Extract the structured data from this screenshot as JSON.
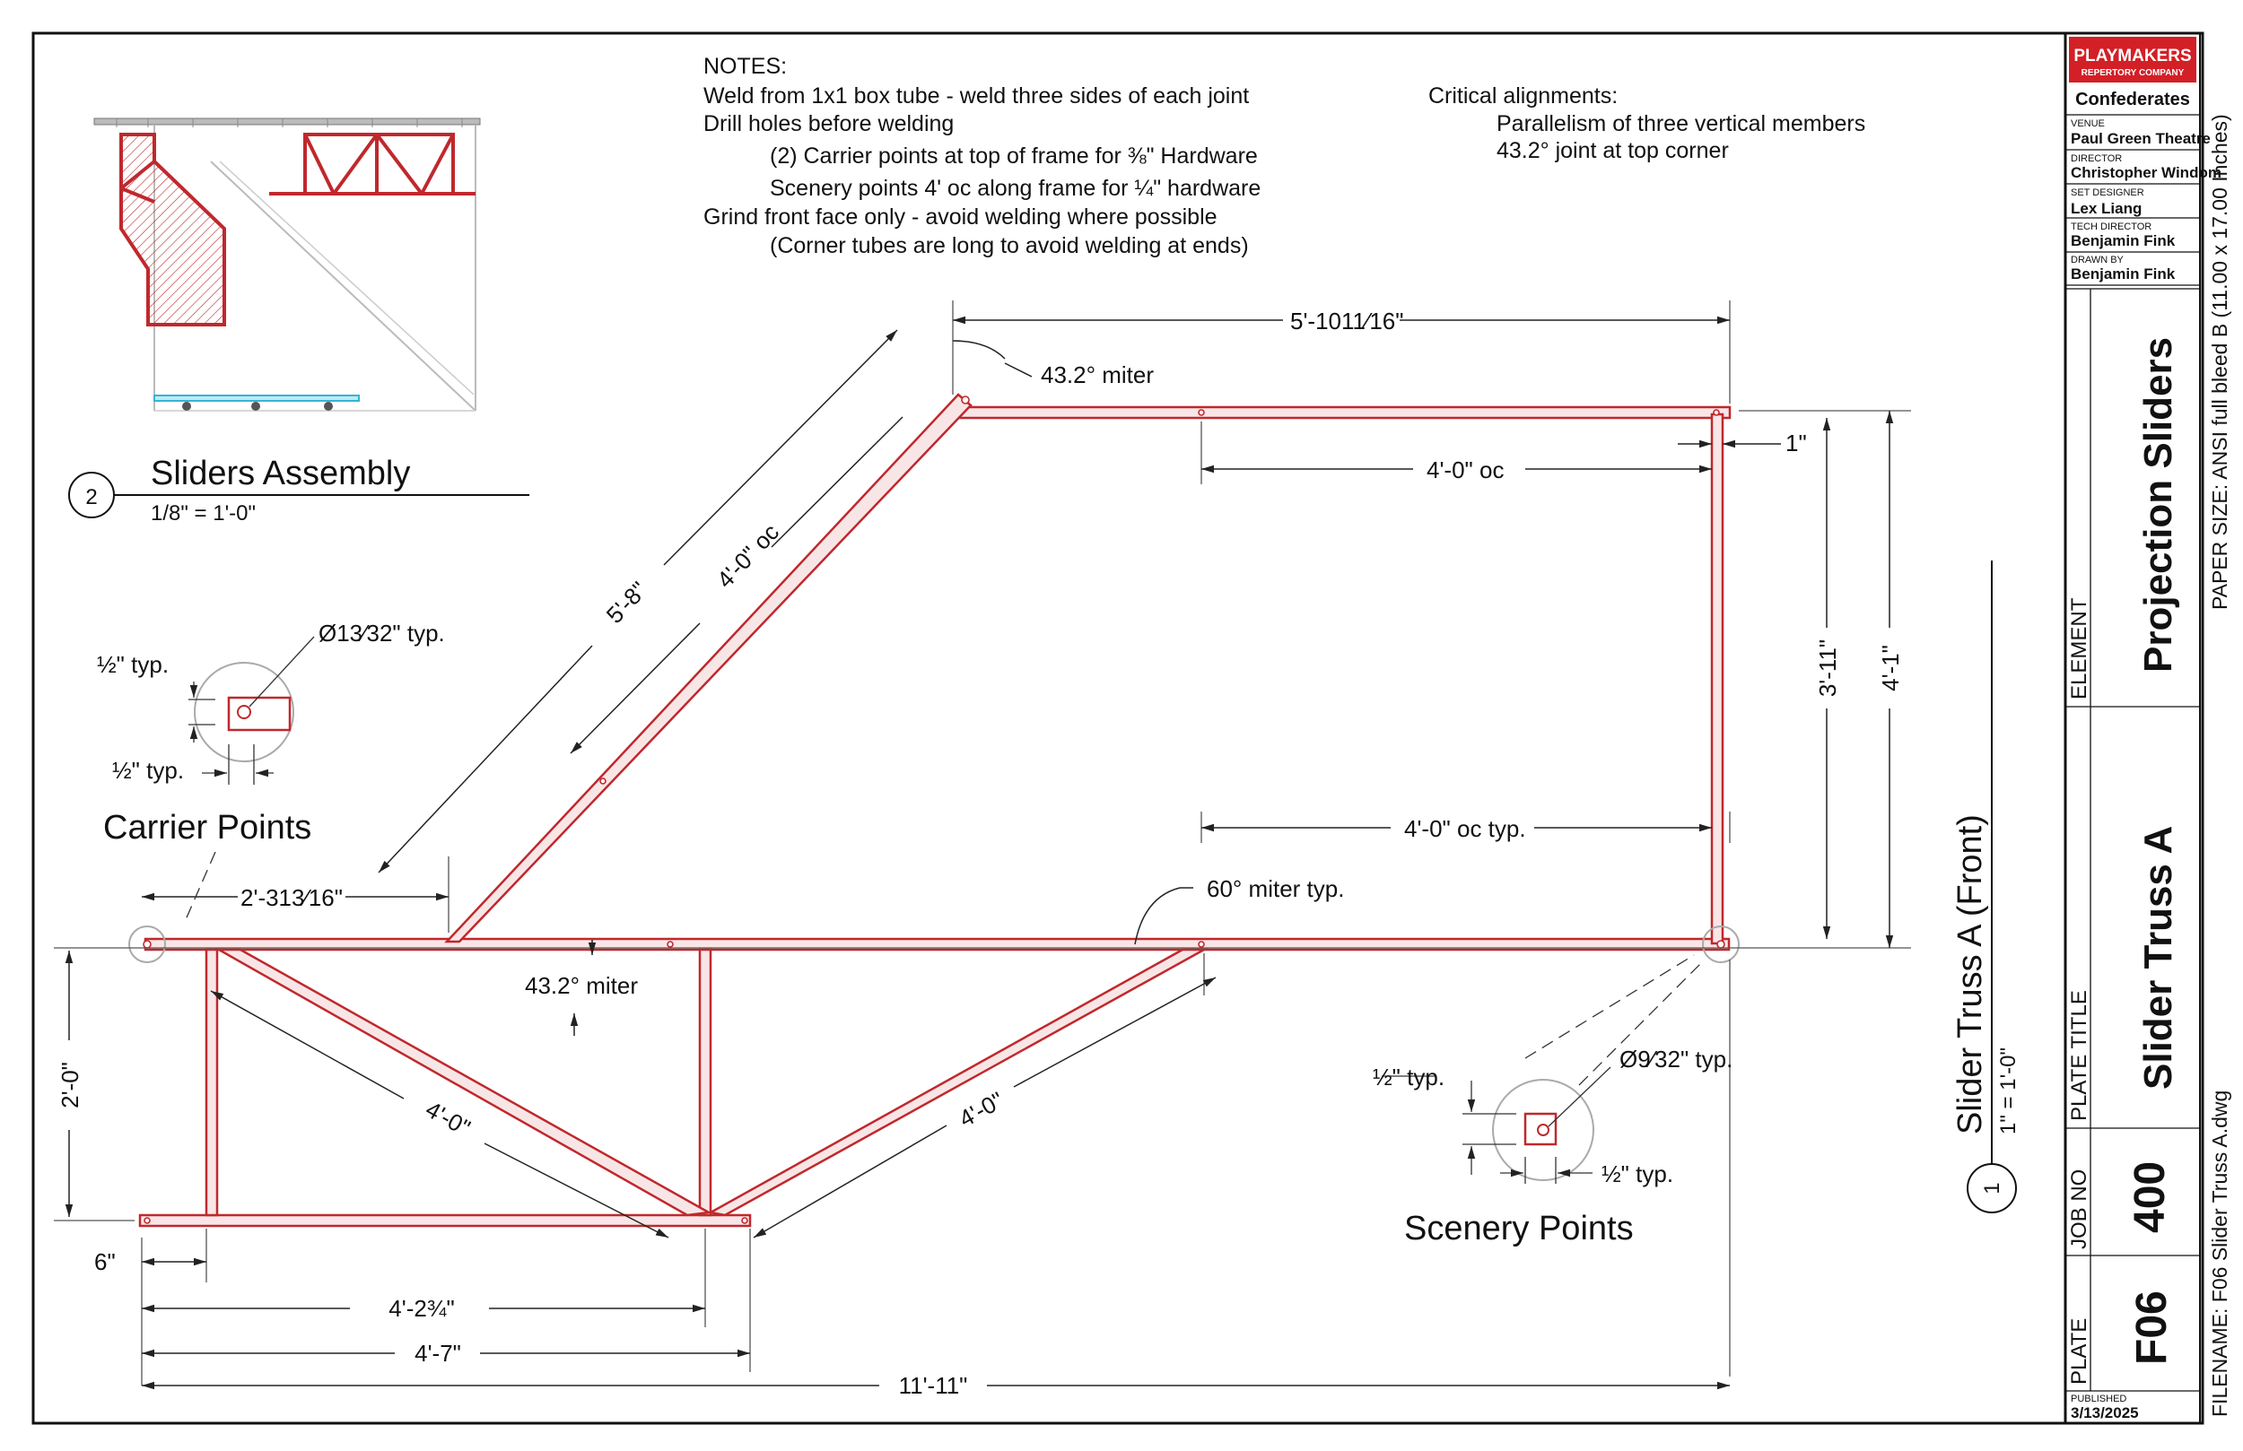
{
  "notes": {
    "heading": "NOTES:",
    "lines": [
      "Weld from 1x1 box tube - weld three sides of each joint",
      "Drill holes before welding",
      "(2) Carrier points at top of frame for ⅜\" Hardware",
      "Scenery points 4' oc along frame for ¼\" hardware",
      "Grind front face only - avoid welding where possible",
      "(Corner tubes are long to avoid welding at ends)"
    ]
  },
  "critical": {
    "heading": "Critical alignments:",
    "lines": [
      "Parallelism of three vertical members",
      "43.2° joint at top corner"
    ]
  },
  "detail2": {
    "number": "2",
    "title": "Sliders Assembly",
    "scale": "1/8\" = 1'-0\""
  },
  "detail1": {
    "number": "1",
    "title": "Slider Truss A (Front)",
    "scale": "1\" = 1'-0\""
  },
  "carrier": {
    "title": "Carrier Points",
    "dim_top": "½\" typ.",
    "dim_bottom": "½\" typ.",
    "hole": "Ø13⁄32\" typ."
  },
  "scenery": {
    "title": "Scenery Points",
    "dim_left": "½\" typ.",
    "dim_bottom": "½\" typ.",
    "hole": "Ø9⁄32\" typ."
  },
  "dims": {
    "top_width": "5'-1011⁄16\"",
    "miter_top": "43.2° miter",
    "one_inch": "1\"",
    "oc_top": "4'-0\" oc",
    "diag_length": "5'-8\"",
    "diag_oc": "4'-0\" oc",
    "height_inner": "3'-11\"",
    "height_outer": "4'-1\"",
    "oc_typ": "4'-0\" oc typ.",
    "miter_60": "60° miter typ.",
    "left_offset": "2'-313⁄16\"",
    "miter_bottom": "43.2° miter",
    "height_lower": "2'-0\"",
    "brace_left": "4'-0\"",
    "brace_right": "4'-0\"",
    "six_inch": "6\"",
    "lower_a": "4'-2¾\"",
    "lower_b": "4'-7\"",
    "overall": "11'-11\""
  },
  "title_block": {
    "company": "PLAYMAKERS",
    "company_sub": "REPERTORY COMPANY",
    "show": "Confederates",
    "venue_label": "VENUE",
    "venue": "Paul Green Theatre",
    "director_label": "DIRECTOR",
    "director": "Christopher Windom",
    "set_designer_label": "SET DESIGNER",
    "set_designer": "Lex Liang",
    "tech_director_label": "TECH DIRECTOR",
    "tech_director": "Benjamin Fink",
    "drawn_by_label": "DRAWN BY",
    "drawn_by": "Benjamin Fink",
    "element_label": "ELEMENT",
    "element": "Projection Sliders",
    "plate_title_label": "PLATE TITLE",
    "plate_title": "Slider Truss A",
    "job_no_label": "JOB NO",
    "job_no": "400",
    "plate_label": "PLATE",
    "plate": "F06",
    "published_label": "PUBLISHED",
    "published": "3/13/2025",
    "paper_size": "PAPER SIZE: ANSI full bleed B (11.00 x 17.00 Inches)",
    "filename": "FILENAME: F06 Slider Truss A.dwg"
  },
  "colors": {
    "tube": "#c0282d",
    "tube_inner": "#f3d0d0",
    "line": "#222222",
    "light": "#9a9a9a",
    "cyan": "#33b5d6",
    "brand": "#d31f26"
  }
}
